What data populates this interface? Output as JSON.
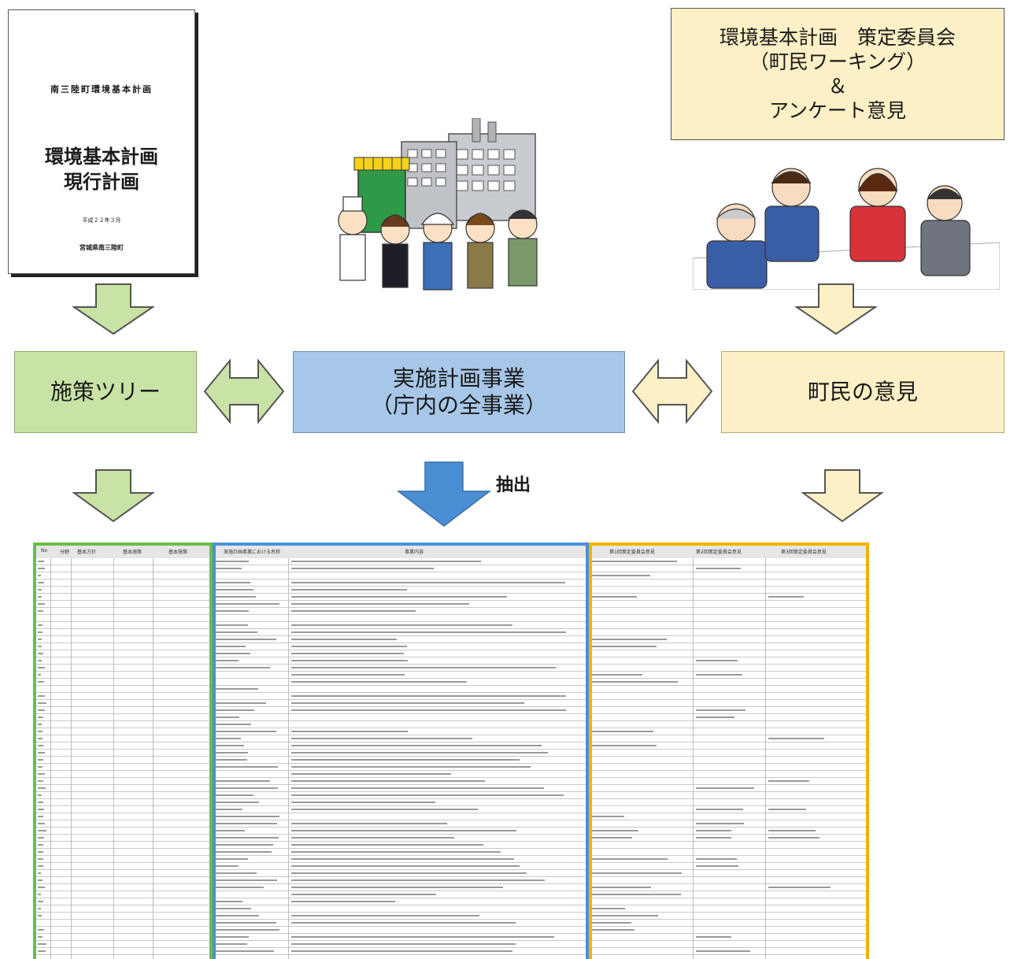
{
  "document": {
    "title": "南三陸町環境基本計画",
    "main_line1": "環境基本計画",
    "main_line2": "現行計画",
    "date": "平成２２年３月",
    "org": "宮城県南三陸町"
  },
  "committee": {
    "line1": "環境基本計画　策定委員会",
    "line2": "（町民ワーキング）",
    "line3": "＆",
    "line4": "アンケート意見"
  },
  "boxes": {
    "policy_tree": "施策ツリー",
    "projects_line1": "実施計画事業",
    "projects_line2": "（庁内の全事業）",
    "citizen_opinion": "町民の意見"
  },
  "extract_label": "抽出",
  "spreadsheet": {
    "headers": [
      "No",
      "分野",
      "基本方針",
      "基本施策",
      "基本施策",
      "実施計画事業における名称",
      "事業内容",
      "第1回策定委員会意見",
      "第2回策定委員会意見",
      "第3回策定委員会意見"
    ]
  },
  "colors": {
    "green_box": "#c9e3a6",
    "blue_box": "#a7c7e8",
    "yellow_box": "#fdf0c6",
    "green_frame": "#6cbe45",
    "blue_frame": "#4a90d9",
    "yellow_frame": "#f0b400",
    "blue_arrow": "#4a8fd4"
  }
}
